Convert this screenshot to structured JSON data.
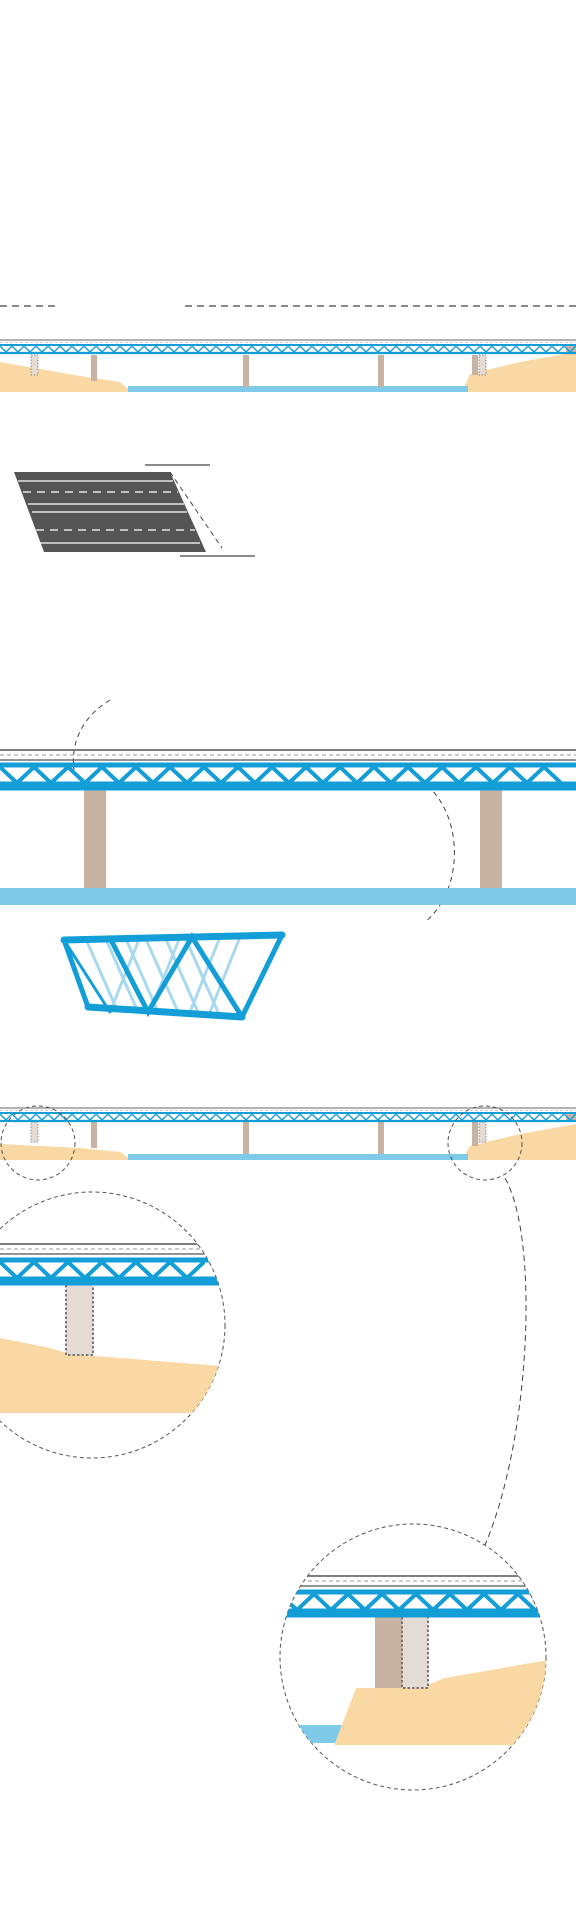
{
  "colors": {
    "steel": "#139ed8",
    "steel_light": "#a9d9ee",
    "water": "#7dcbe9",
    "sand": "#fad8a3",
    "pier": "#c8b2a2",
    "pier_light": "#e4dbd5",
    "asphalt": "#555555",
    "lane_mark": "#ffffff",
    "dash_line": "#444444",
    "deck_stripe": "#666666"
  },
  "icons": [
    "bridge-elevation",
    "road-deck",
    "truss-cross-section",
    "abutment-detail"
  ]
}
